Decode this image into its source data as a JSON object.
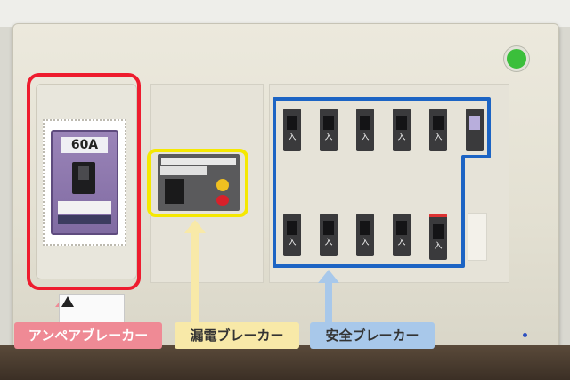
{
  "labels": {
    "ampere_breaker": "アンペアブレーカー",
    "earth_leakage_breaker": "漏電ブレーカー",
    "safety_breaker": "安全ブレーカー"
  },
  "main_breaker": {
    "rating": "60A"
  },
  "colors": {
    "red_highlight": "#ee1c2e",
    "yellow_highlight": "#f5e800",
    "blue_highlight": "#1c64c4",
    "pilot_lamp": "#3bbf3b"
  },
  "icons": [
    "arrow-up-icon",
    "warning-icon"
  ]
}
